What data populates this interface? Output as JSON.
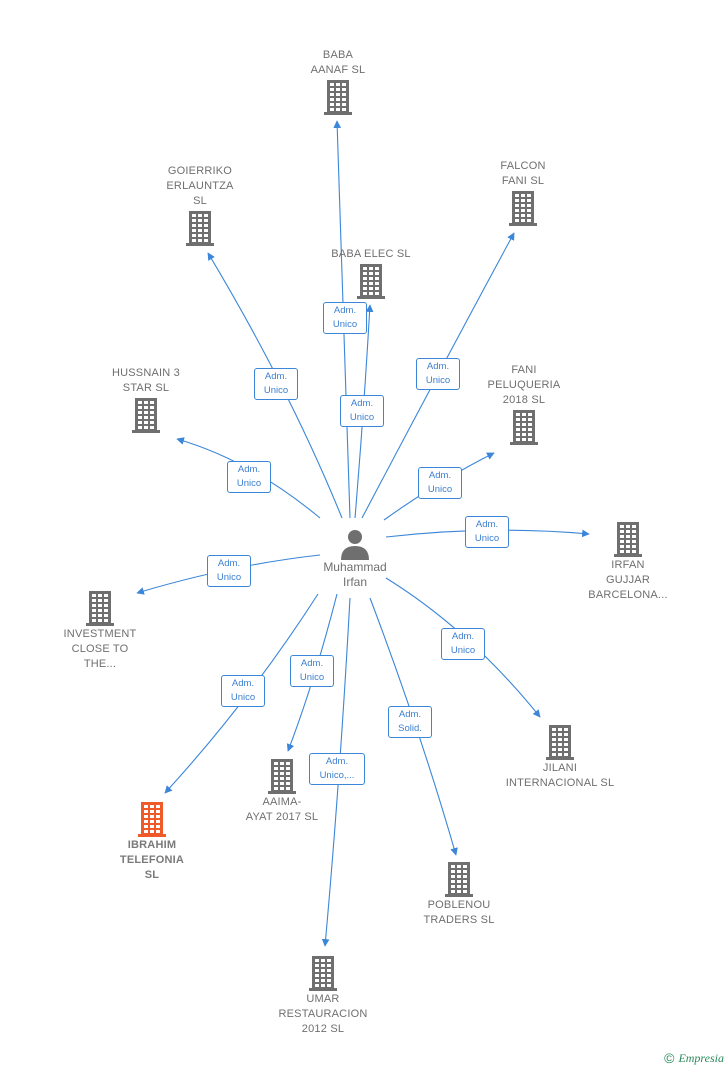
{
  "center": {
    "label": "Muhammad\nIrfan",
    "icon": "person-icon"
  },
  "colors": {
    "edge": "#3b86d8",
    "building": "#6f6f6f",
    "building_highlight": "#f05a28"
  },
  "nodes": [
    {
      "id": "baba-aanaf",
      "label": "BABA\nAANAF  SL",
      "highlight": false
    },
    {
      "id": "goierriko",
      "label": "GOIERRIKO\nERLAUNTZA\nSL",
      "highlight": false
    },
    {
      "id": "falcon",
      "label": "FALCON\nFANI  SL",
      "highlight": false
    },
    {
      "id": "baba-elec",
      "label": "BABA ELEC  SL",
      "highlight": false
    },
    {
      "id": "hussnain",
      "label": "HUSSNAIN 3\nSTAR  SL",
      "highlight": false
    },
    {
      "id": "fani-peluqueria",
      "label": "FANI\nPELUQUERIA\n2018  SL",
      "highlight": false
    },
    {
      "id": "irfan-gujjar",
      "label": "IRFAN\nGUJJAR\nBARCELONA...",
      "highlight": false
    },
    {
      "id": "investment",
      "label": "INVESTMENT\nCLOSE TO\nTHE...",
      "highlight": false
    },
    {
      "id": "jilani",
      "label": "JILANI\nINTERNACIONAL SL",
      "highlight": false
    },
    {
      "id": "aaima",
      "label": "AAIMA-\nAYAT 2017  SL",
      "highlight": false
    },
    {
      "id": "ibrahim",
      "label": "IBRAHIM\nTELEFONIA\nSL",
      "highlight": true
    },
    {
      "id": "poblenou",
      "label": "POBLENOU\nTRADERS  SL",
      "highlight": false
    },
    {
      "id": "umar",
      "label": "UMAR\nRESTAURACION\n2012  SL",
      "highlight": false
    }
  ],
  "edges": [
    {
      "to": "baba-aanaf",
      "role": "Adm.\nUnico"
    },
    {
      "to": "baba-elec",
      "role": "Adm.\nUnico"
    },
    {
      "to": "goierriko",
      "role": "Adm.\nUnico"
    },
    {
      "to": "falcon",
      "role": "Adm.\nUnico"
    },
    {
      "to": "hussnain",
      "role": "Adm.\nUnico"
    },
    {
      "to": "fani-peluqueria",
      "role": "Adm.\nUnico"
    },
    {
      "to": "irfan-gujjar",
      "role": "Adm.\nUnico"
    },
    {
      "to": "investment",
      "role": "Adm.\nUnico"
    },
    {
      "to": "jilani",
      "role": "Adm.\nUnico"
    },
    {
      "to": "aaima",
      "role": "Adm.\nUnico"
    },
    {
      "to": "ibrahim",
      "role": "Adm.\nUnico"
    },
    {
      "to": "umar",
      "role": "Adm.\nUnico,..."
    },
    {
      "to": "poblenou",
      "role": "Adm.\nSolid."
    }
  ],
  "footer": {
    "copyright": "©",
    "brand": "Empresia"
  }
}
